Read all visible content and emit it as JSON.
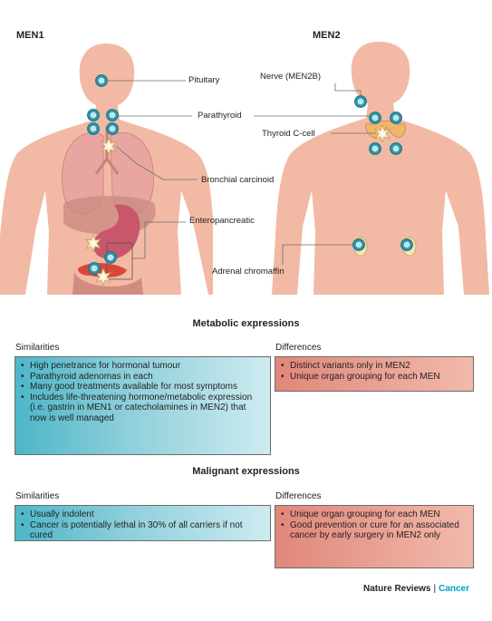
{
  "diagram": {
    "panels": [
      {
        "title": "MEN1"
      },
      {
        "title": "MEN2"
      }
    ],
    "men1_labels": {
      "pituitary": "Pituitary",
      "parathyroid": "Parathyroid",
      "bronchial": "Bronchial carcinoid",
      "entero": "Enteropancreatic"
    },
    "men2_labels": {
      "nerve": "Nerve (MEN2B)",
      "thyroid": "Thyroid C-cell",
      "adrenal": "Adrenal chromaffin"
    },
    "colors": {
      "skin": "#f2b9a4",
      "gland": "#3aa6b8",
      "tumour": "#f5e7b0",
      "lung": "#e9a6a0",
      "stomach": "#c8576c",
      "pancreas": "#d9473b"
    }
  },
  "metabolic": {
    "title": "Metabolic expressions",
    "similarities_label": "Similarities",
    "differences_label": "Differences",
    "similarities": [
      "High penetrance for hormonal tumour",
      "Parathyroid adenomas in each",
      "Many good treatments available for most symptoms",
      "Includes life-threatening hormone/metabolic expression (i.e. gastrin in MEN1 or catecholamines in MEN2) that now is well managed"
    ],
    "differences": [
      "Distinct variants only in MEN2",
      "Unique organ grouping for each MEN"
    ]
  },
  "malignant": {
    "title": "Malignant expressions",
    "similarities_label": "Similarities",
    "differences_label": "Differences",
    "similarities": [
      "Usually indolent",
      "Cancer is potentially lethal in 30% of all carriers if not cured"
    ],
    "differences": [
      "Unique organ grouping for each MEN",
      "Good prevention or cure for an associated cancer by early surgery in MEN2 only"
    ]
  },
  "footer": {
    "journal": "Nature Reviews",
    "separator": "|",
    "subject": "Cancer"
  }
}
